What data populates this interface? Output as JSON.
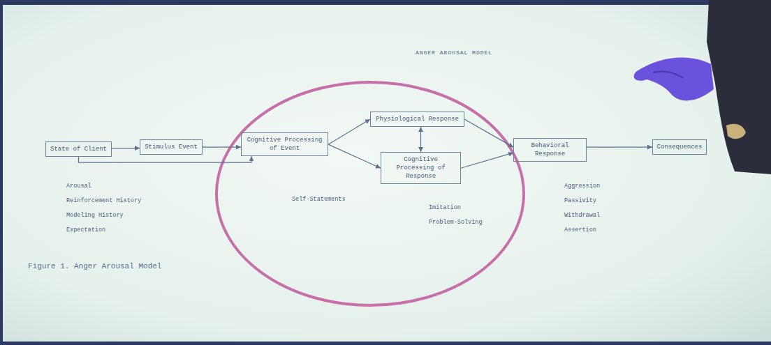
{
  "diagram": {
    "title": "ANGER AROUSAL MODEL",
    "caption": "Figure 1. Anger Arousal Model",
    "nodes": [
      {
        "text": [
          "State of Client"
        ]
      },
      {
        "text": [
          "Stimulus Event"
        ]
      },
      {
        "text": [
          "Cognitive Processing of Event"
        ]
      },
      {
        "text": [
          "Physiological Response"
        ]
      },
      {
        "text": [
          "Cognitive Processing of Response"
        ]
      },
      {
        "text": [
          "Behavioral Response"
        ]
      },
      {
        "text": [
          "Consequences"
        ]
      }
    ],
    "edges": [
      {
        "from": 0,
        "to": 1,
        "arrow": "to"
      },
      {
        "from": 0,
        "to": 2,
        "arrow": "to"
      },
      {
        "from": 1,
        "to": 2,
        "arrow": "to"
      },
      {
        "from": 2,
        "to": 3,
        "arrow": "to"
      },
      {
        "from": 2,
        "to": 4,
        "arrow": "to"
      },
      {
        "from": 3,
        "to": 4,
        "arrow": "both"
      },
      {
        "from": 3,
        "to": 5,
        "arrow": "to"
      },
      {
        "from": 4,
        "to": 5,
        "arrow": "to"
      },
      {
        "from": 5,
        "to": 6,
        "arrow": "to"
      }
    ],
    "labels": [
      "Arousal",
      "Reinforcement History",
      "Modeling History",
      "Expectation",
      "Self-Statements",
      "Imitation",
      "Problem-Solving",
      "Aggression",
      "Passivity",
      "Withdrawal",
      "Assertion"
    ]
  }
}
